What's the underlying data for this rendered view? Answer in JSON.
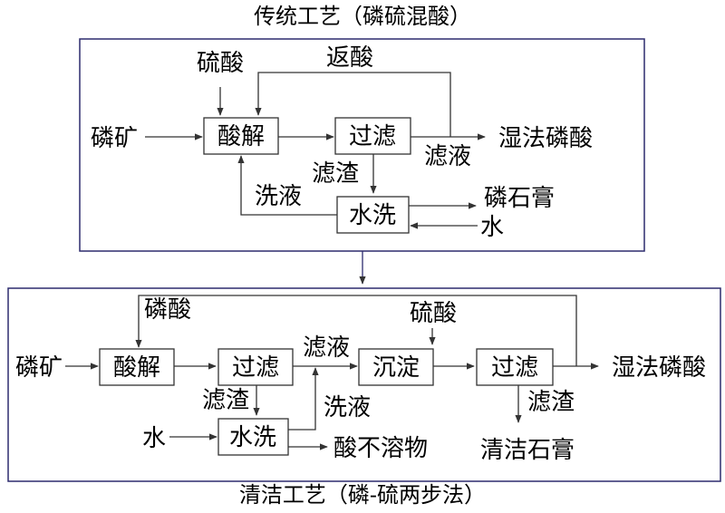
{
  "titles": {
    "traditional": "传统工艺（磷硫混酸）",
    "clean": "清洁工艺（磷-硫两步法）"
  },
  "traditional": {
    "nodes": {
      "leach": "酸解",
      "filter": "过滤",
      "wash": "水洗"
    },
    "labels": {
      "sulfuric_acid": "硫酸",
      "return_acid": "返酸",
      "phosphate_rock": "磷矿",
      "wet_phosphoric_acid": "湿法磷酸",
      "filtrate": "滤液",
      "filter_residue": "滤渣",
      "wash_liquor": "洗液",
      "phosphogypsum": "磷石膏",
      "water": "水"
    }
  },
  "clean": {
    "nodes": {
      "leach": "酸解",
      "filter1": "过滤",
      "precipitate": "沉淀",
      "filter2": "过滤",
      "wash": "水洗"
    },
    "labels": {
      "phosphoric_acid": "磷酸",
      "sulfuric_acid": "硫酸",
      "phosphate_rock": "磷矿",
      "filtrate": "滤液",
      "wet_phosphoric_acid": "湿法磷酸",
      "filter_residue_1": "滤渣",
      "filter_residue_2": "滤渣",
      "wash_liquor": "洗液",
      "water": "水",
      "acid_insolubles": "酸不溶物",
      "clean_gypsum": "清洁石膏"
    }
  }
}
